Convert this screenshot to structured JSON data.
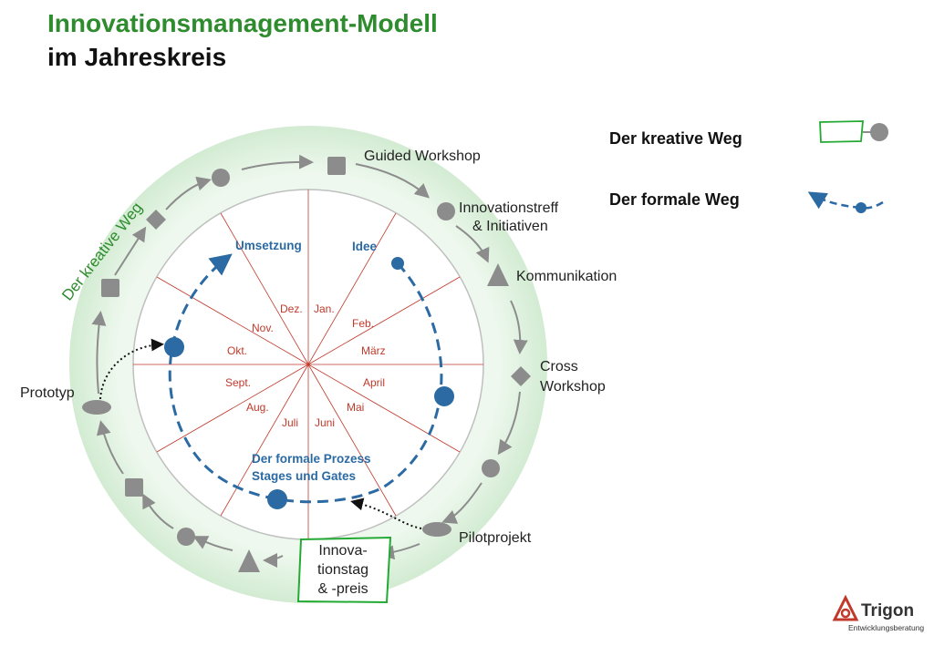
{
  "title": {
    "line1": "Innovationsmanagement-Modell",
    "line2": "im Jahreskreis"
  },
  "legend": {
    "creative": "Der kreative Weg",
    "formal": "Der formale Weg"
  },
  "ring_label": "Der kreative Weg",
  "outer_labels": {
    "guided_workshop": "Guided Workshop",
    "innovationstreff_1": "Innovationstreff",
    "innovationstreff_2": "& Initiativen",
    "kommunikation": "Kommunikation",
    "cross_1": "Cross",
    "cross_2": "Workshop",
    "pilotprojekt": "Pilotprojekt",
    "innovationstag_1": "Innova-",
    "innovationstag_2": "tionstag",
    "innovationstag_3": "& -preis",
    "prototyp": "Prototyp"
  },
  "months": {
    "jan": "Jan.",
    "feb": "Feb.",
    "maerz": "März",
    "april": "April",
    "mai": "Mai",
    "juni": "Juni",
    "juli": "Juli",
    "aug": "Aug.",
    "sept": "Sept.",
    "okt": "Okt.",
    "nov": "Nov.",
    "dez": "Dez."
  },
  "inner_labels": {
    "umsetzung": "Umsetzung",
    "idee": "Idee",
    "process_1": "Der formale Prozess",
    "process_2": "Stages und Gates"
  },
  "logo": {
    "name": "Trigon",
    "subtitle": "Entwicklungsberatung"
  },
  "colors": {
    "title_green": "#2e8b2e",
    "ring_fill": "#dff0df",
    "shape_gray": "#8c8c8c",
    "month_red": "#c0392b",
    "formal_blue": "#2b6aa3",
    "highlight_green": "#22aa33"
  }
}
